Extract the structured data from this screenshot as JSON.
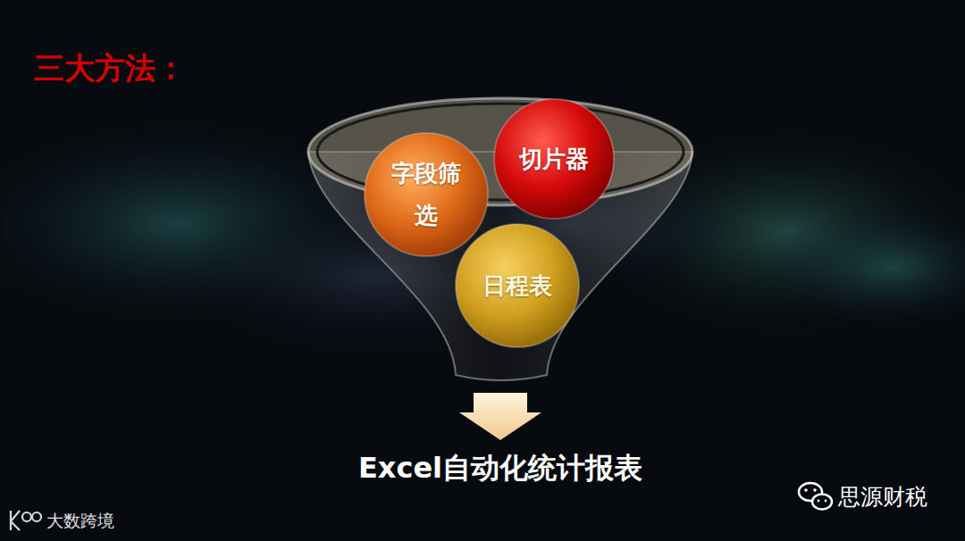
{
  "diagram": {
    "title": "三大方法：",
    "nodes": [
      {
        "text": [
          "字段筛选"
        ]
      },
      {
        "text": [
          "切片器"
        ]
      },
      {
        "text": [
          "日程表"
        ]
      }
    ],
    "labels": [
      "Excel自动化统计报表",
      "思源财税",
      "大数跨境"
    ]
  }
}
